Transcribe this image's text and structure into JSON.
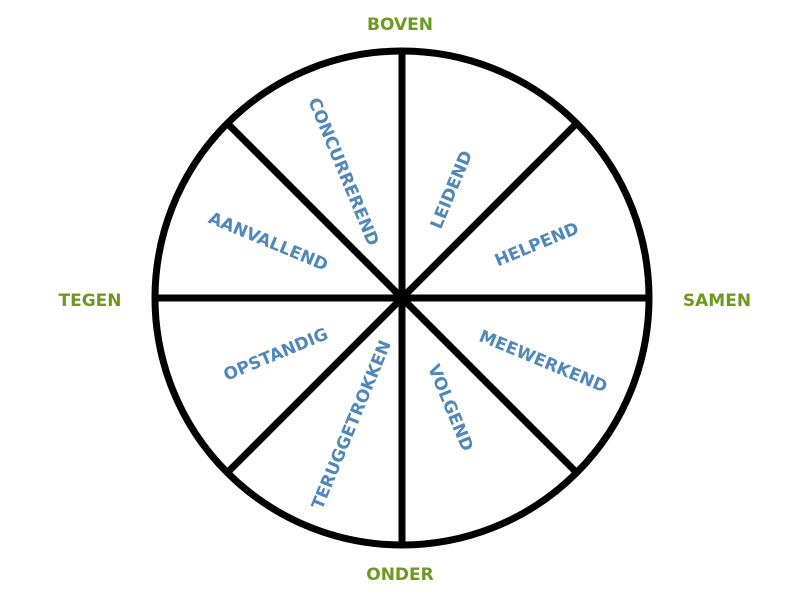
{
  "axes": {
    "top": "BOVEN",
    "right": "SAMEN",
    "bottom": "ONDER",
    "left": "TEGEN"
  },
  "segments": {
    "concurrerend": "CONCURREREND",
    "leidend": "LEIDEND",
    "helpend": "HELPEND",
    "meewerkend": "MEEWERKEND",
    "volgend": "VOLGEND",
    "teruggetrokken": "TERUGGETROKKEN",
    "opstandig": "OPSTANDIG",
    "aanvallend": "AANVALLEND"
  },
  "colors": {
    "segment_text": "#4f88b9",
    "axis_text": "#6b9a1e",
    "lines": "#000000"
  }
}
